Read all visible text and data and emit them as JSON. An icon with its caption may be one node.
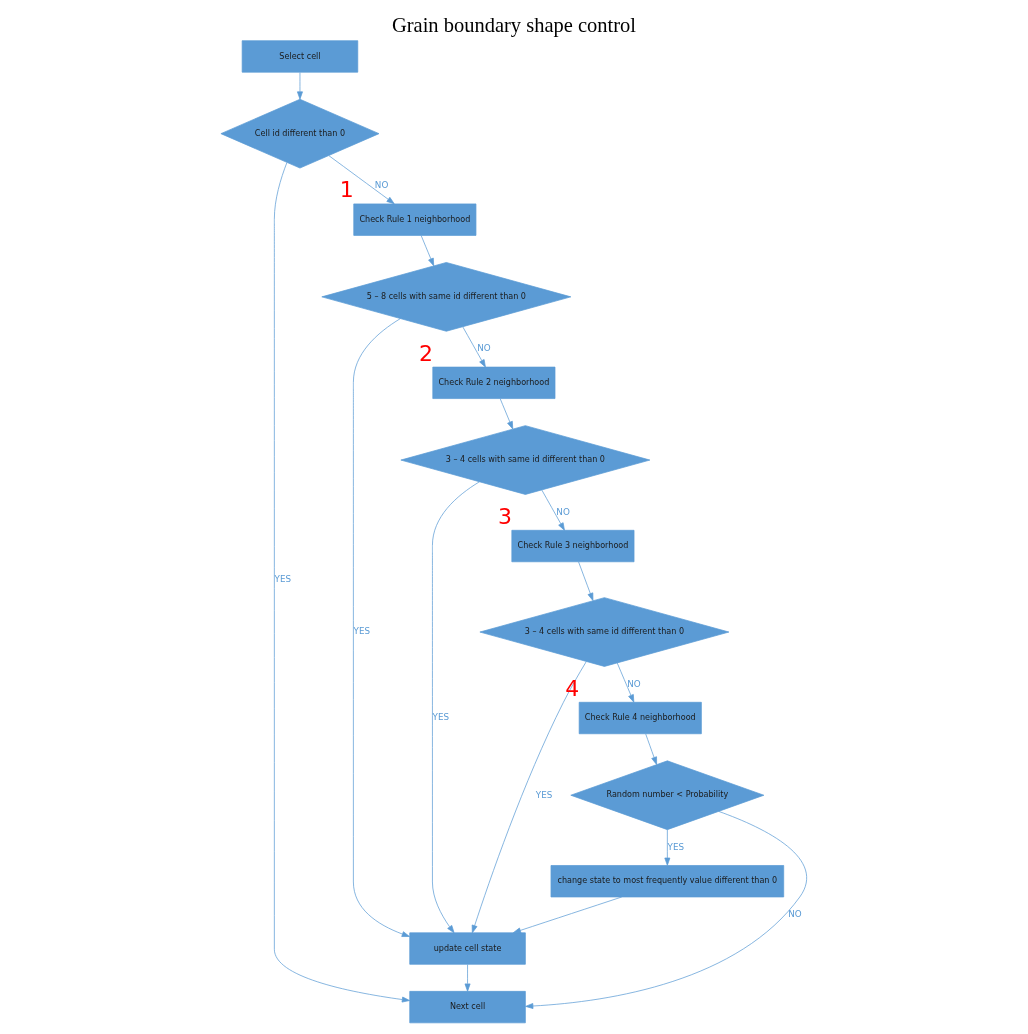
{
  "diagram": {
    "title": "Grain boundary shape control",
    "nodes": [
      {
        "text": [
          "Select cell"
        ]
      },
      {
        "text": [
          "Cell id different than 0"
        ]
      },
      {
        "text": [
          "Check Rule 1 neighborhood"
        ],
        "beside": [
          "1"
        ]
      },
      {
        "text": [
          "5 – 8 cells with same id different than 0"
        ]
      },
      {
        "text": [
          "Check Rule 2 neighborhood"
        ],
        "beside": [
          "2"
        ]
      },
      {
        "text": [
          "3 – 4 cells with same id different than 0"
        ]
      },
      {
        "text": [
          "Check Rule 3 neighborhood"
        ],
        "beside": [
          "3"
        ]
      },
      {
        "text": [
          "3 – 4 cells with same id different than 0"
        ]
      },
      {
        "text": [
          "Next cell"
        ]
      },
      {
        "text": [
          "update cell state"
        ]
      },
      {
        "text": [
          "Check Rule 4 neighborhood"
        ],
        "beside": [
          "4"
        ]
      },
      {
        "text": [
          "Random number < Probability"
        ]
      },
      {
        "text": [
          "change state to most frequently value different than 0"
        ]
      }
    ],
    "edges": [
      {
        "from": 0,
        "to": 1,
        "arrow": "to"
      },
      {
        "from": 1,
        "to": 8,
        "arrow": "to",
        "label": "YES"
      },
      {
        "from": 1,
        "to": 2,
        "arrow": "to",
        "label": "NO"
      },
      {
        "from": 2,
        "to": 3,
        "arrow": "to"
      },
      {
        "from": 3,
        "to": 9,
        "arrow": "to",
        "label": "YES"
      },
      {
        "from": 3,
        "to": 4,
        "arrow": "to",
        "label": "NO"
      },
      {
        "from": 4,
        "to": 5,
        "arrow": "to"
      },
      {
        "from": 5,
        "to": 9,
        "arrow": "to",
        "label": "YES"
      },
      {
        "from": 5,
        "to": 6,
        "arrow": "to",
        "label": "NO"
      },
      {
        "from": 6,
        "to": 7,
        "arrow": "to"
      },
      {
        "from": 7,
        "to": 9,
        "arrow": "to",
        "label": "YES"
      },
      {
        "from": 7,
        "to": 10,
        "arrow": "to",
        "label": "NO"
      },
      {
        "from": 10,
        "to": 11,
        "arrow": "to"
      },
      {
        "from": 11,
        "to": 12,
        "arrow": "to",
        "label": "YES"
      },
      {
        "from": 11,
        "to": 8,
        "arrow": "to",
        "label": "NO"
      },
      {
        "from": 12,
        "to": 9,
        "arrow": "to"
      },
      {
        "from": 9,
        "to": 8,
        "arrow": "to"
      }
    ]
  }
}
